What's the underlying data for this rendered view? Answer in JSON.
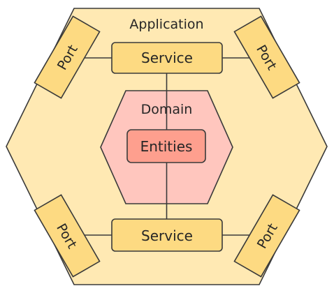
{
  "diagram": {
    "application_label": "Application",
    "domain_label": "Domain",
    "entities_label": "Entities",
    "service_top_label": "Service",
    "service_bottom_label": "Service",
    "port_top_left_label": "Port",
    "port_top_right_label": "Port",
    "port_bottom_left_label": "Port",
    "port_bottom_right_label": "Port"
  },
  "colors": {
    "application_fill": "#FFE9B3",
    "domain_fill": "#FFC6BE",
    "entities_fill": "#FE9F8E",
    "box_fill": "#FDDA82",
    "stroke": "#3A3A3A"
  }
}
